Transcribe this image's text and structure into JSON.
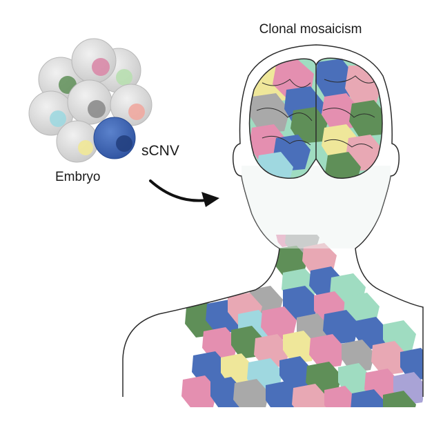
{
  "labels": {
    "title": "Clonal mosaicism",
    "embryo": "Embryo",
    "variant": "sCNV"
  },
  "colors": {
    "background": "#ffffff",
    "outline": "#2b2b2b",
    "cell_body": "#d9d9d9",
    "variant_cell": "#4267b2",
    "blue": "#4a6fba",
    "pink": "#e48fb0",
    "green": "#5f8f58",
    "mint": "#9fdcc1",
    "yellow": "#efe79a",
    "gray": "#a9a9a9",
    "rose": "#e8a8b4",
    "cyan": "#9fd8e0",
    "lavender": "#a9a3d6"
  },
  "icons": {
    "arrow": "curved-arrow-icon",
    "embryo": "embryo-cell-cluster-icon",
    "figure": "human-head-shoulders-icon",
    "brain": "brain-icon"
  }
}
